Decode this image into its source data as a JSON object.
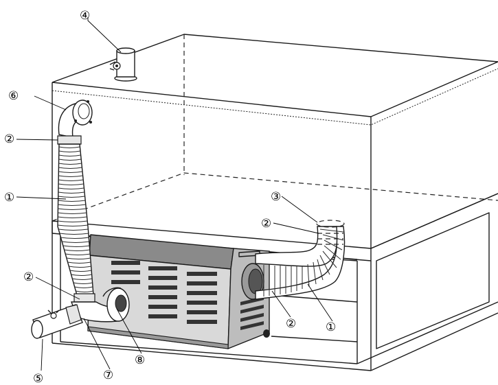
{
  "colors": {
    "line": "#1a1a1a",
    "heater_body": "#d9d9d9",
    "heater_side": "#bdbdbd",
    "heater_top": "#8a8a8a",
    "duct": "#ffffff",
    "background": "#ffffff"
  },
  "callouts": {
    "c1_left": "①",
    "c1_right": "①",
    "c2_upper_left": "②",
    "c2_mid_left": "②",
    "c2_right_top": "②",
    "c2_right_outlet": "②",
    "c3": "③",
    "c4": "④",
    "c5": "⑤",
    "c6": "⑥",
    "c7": "⑦",
    "c8": "⑧"
  }
}
